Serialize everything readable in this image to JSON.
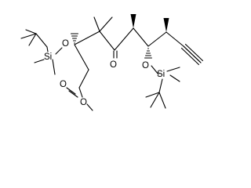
{
  "labels": {
    "o_tbs_left": "O",
    "si_left": "Si",
    "o_ketone": "O",
    "o_carbonyl": "O",
    "o_ester": "O",
    "o_tbs_right": "O",
    "si_right": "Si"
  },
  "colors": {
    "bond": "#000000",
    "background": "#ffffff"
  }
}
